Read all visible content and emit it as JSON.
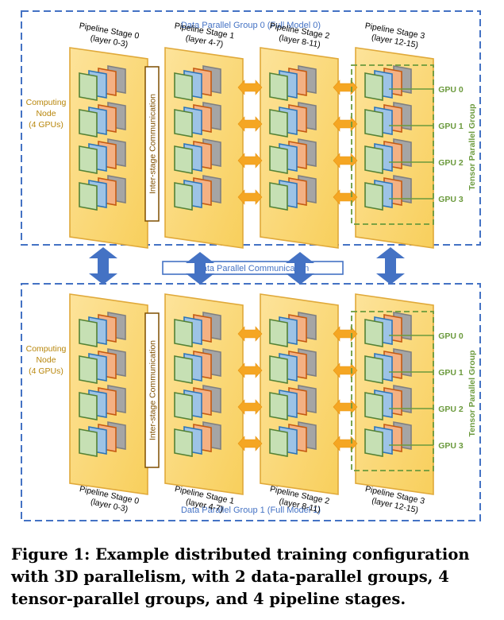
{
  "colors": {
    "group_border": "#4472c4",
    "stage_fill": "#fbd66e",
    "stage_stroke": "#e0a93a",
    "arrow_orange": "#f5a623",
    "arrow_blue": "#4472c4",
    "tp_green": "#6b9a3d",
    "label_orange": "#b8860b",
    "card_green": "#c6e0b4",
    "card_blue": "#9dc3e6",
    "card_orange": "#f4b183",
    "card_gray": "#a5a5a5"
  },
  "groups": [
    {
      "label": "Data Parallel Group 0 (Full Model 0)"
    },
    {
      "label": "Data Parallel Group 1 (Full Model 1)"
    }
  ],
  "stages": [
    {
      "name": "Pipeline Stage 0",
      "layers": "(layer 0-3)"
    },
    {
      "name": "Pipeline Stage 1",
      "layers": "(layer 4-7)"
    },
    {
      "name": "Pipeline Stage 2",
      "layers": "(layer 8-11)"
    },
    {
      "name": "Pipeline Stage 3",
      "layers": "(layer 12-15)"
    }
  ],
  "computing_node": {
    "line1": "Computing",
    "line2": "Node",
    "line3": "(4 GPUs)"
  },
  "inter_stage_label": "Inter-stage Communication",
  "gpus": [
    "GPU 0",
    "GPU 1",
    "GPU 2",
    "GPU 3"
  ],
  "tensor_parallel_label": "Tensor Parallel Group",
  "data_parallel_comm_label": "Data Parallel Communication",
  "caption": "Figure 1: Example distributed training configuration with 3D parallelism, with 2 data-parallel groups, 4 tensor-parallel groups, and 4 pipeline stages."
}
